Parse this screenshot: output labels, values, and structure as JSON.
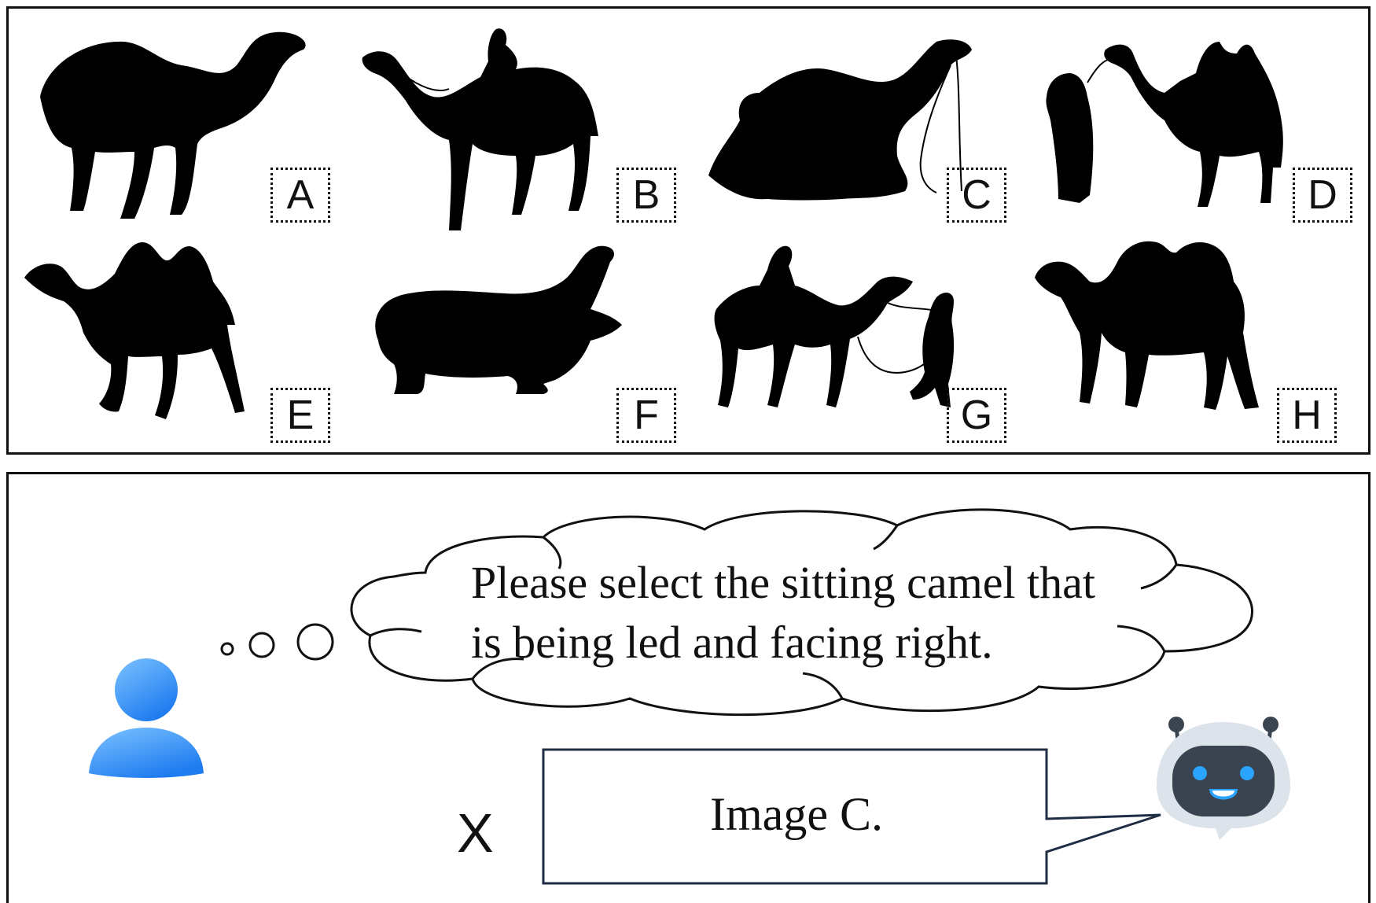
{
  "options": [
    {
      "letter": "A",
      "kind": "camel-standing-icon"
    },
    {
      "letter": "B",
      "kind": "camel-with-rider-icon"
    },
    {
      "letter": "C",
      "kind": "camel-sitting-led-icon"
    },
    {
      "letter": "D",
      "kind": "camel-led-by-person-icon"
    },
    {
      "letter": "E",
      "kind": "bactrian-camel-walking-icon"
    },
    {
      "letter": "F",
      "kind": "hippo-icon"
    },
    {
      "letter": "G",
      "kind": "camel-rider-and-leader-icon"
    },
    {
      "letter": "H",
      "kind": "bactrian-camel-furry-icon"
    }
  ],
  "question": {
    "line1": "Please select the sitting camel that",
    "line2": "is being led and facing right."
  },
  "answer": {
    "text": "Image C.",
    "mark": "X"
  },
  "icons": {
    "user": "user-icon",
    "robot": "robot-icon"
  },
  "colors": {
    "user_gradient_top": "#7cc3ff",
    "user_gradient_bottom": "#1e7bf0",
    "robot_body": "#dde3ea",
    "robot_face": "#3a4450",
    "robot_eyes": "#2aa4ff",
    "answer_border": "#1f2d45"
  }
}
